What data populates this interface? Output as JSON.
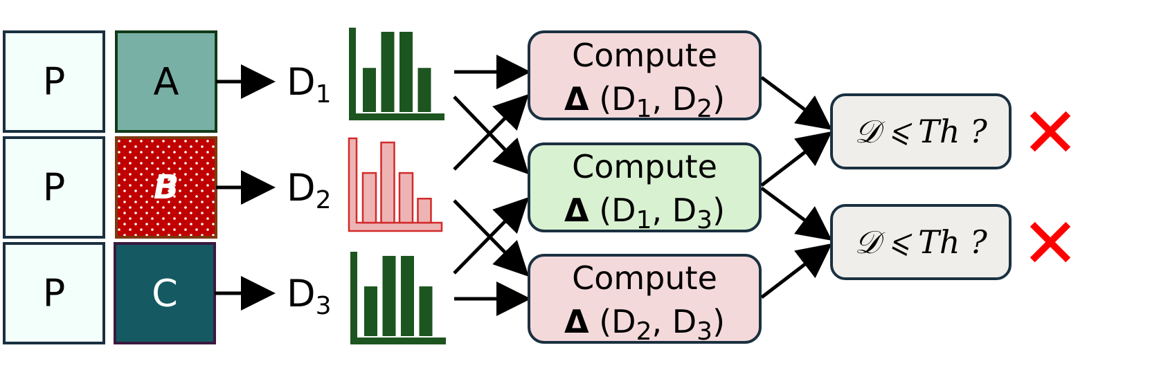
{
  "colors": {
    "p_fill": "#f3fffb",
    "border_dark": "#1a3040",
    "a_fill": "#79b0a6",
    "a_border": "#123a18",
    "b_fill": "#c00000",
    "b_border": "#7a3a10",
    "c_fill": "#155a62",
    "c_border": "#3a1a40",
    "hist_dark": "#1d5520",
    "hist_light_fill": "#eeb4b4",
    "hist_light_stroke": "#d22a2a",
    "compute_red": "#f4d9db",
    "compute_green": "#d8f1d0",
    "cond_fill": "#efeeea",
    "cross_red": "#ff0000",
    "arrow": "#000000"
  },
  "rows": [
    {
      "p_label": "P",
      "model_label": "A",
      "d_label": "D",
      "d_index": "1",
      "histogram": [
        0.55,
        1.0,
        1.0,
        0.55
      ],
      "histogram_style": "solid-dark"
    },
    {
      "p_label": "P",
      "model_label": "B",
      "d_label": "D",
      "d_index": "2",
      "histogram": [
        0.62,
        1.0,
        0.62,
        0.3
      ],
      "histogram_style": "light-red"
    },
    {
      "p_label": "P",
      "model_label": "C",
      "d_label": "D",
      "d_index": "3",
      "histogram": [
        0.62,
        1.0,
        1.0,
        0.62
      ],
      "histogram_style": "solid-dark"
    }
  ],
  "compute_boxes": [
    {
      "title": "Compute",
      "delta": "Δ",
      "open": " (D",
      "i": "1",
      "mid": ", D",
      "j": "2",
      "close": ")",
      "highlight": "red"
    },
    {
      "title": "Compute",
      "delta": "Δ",
      "open": " (D",
      "i": "1",
      "mid": ", D",
      "j": "3",
      "close": ")",
      "highlight": "green"
    },
    {
      "title": "Compute",
      "delta": "Δ",
      "open": " (D",
      "i": "2",
      "mid": ", D",
      "j": "3",
      "close": ")",
      "highlight": "red"
    }
  ],
  "conditions": [
    {
      "text": "𝒟 ⩽ Th ?",
      "result": "✕"
    },
    {
      "text": "𝒟 ⩽ Th ?",
      "result": "✕"
    }
  ]
}
